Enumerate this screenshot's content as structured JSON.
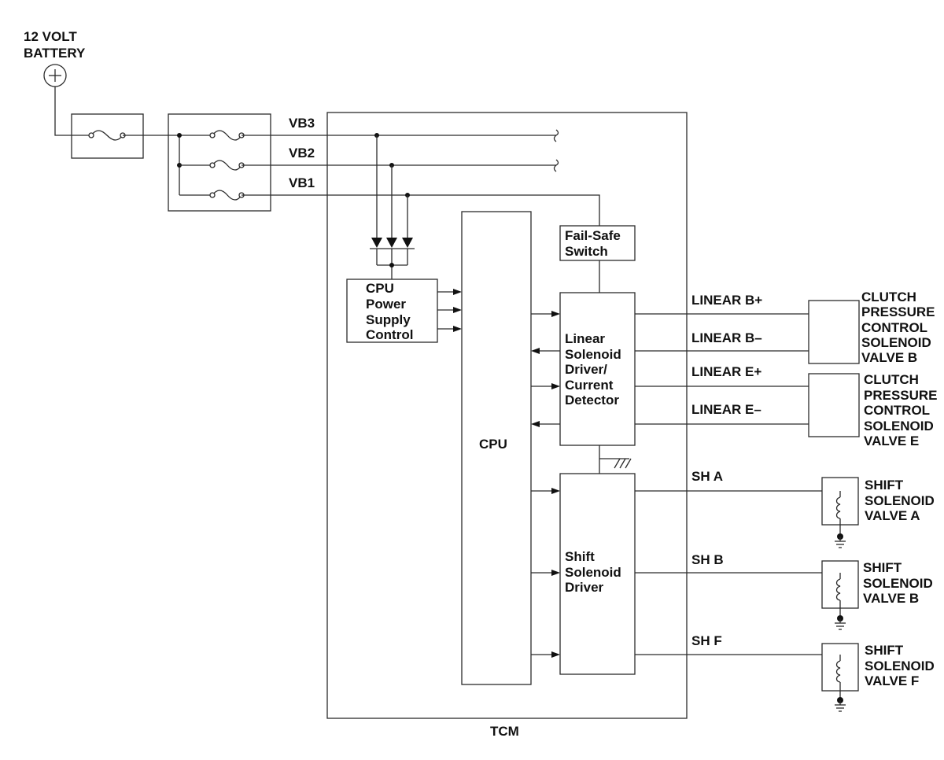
{
  "battery": {
    "line1": "12 VOLT",
    "line2": "BATTERY"
  },
  "supply_lines": {
    "vb3": "VB3",
    "vb2": "VB2",
    "vb1": "VB1"
  },
  "tcm_label": "TCM",
  "cpu_power": {
    "l1": "CPU",
    "l2": "Power",
    "l3": "Supply",
    "l4": "Control"
  },
  "cpu_label": "CPU",
  "fail_safe": {
    "l1": "Fail-Safe",
    "l2": "Switch"
  },
  "linear_driver": {
    "l1": "Linear",
    "l2": "Solenoid",
    "l3": "Driver/",
    "l4": "Current",
    "l5": "Detector"
  },
  "shift_driver": {
    "l1": "Shift",
    "l2": "Solenoid",
    "l3": "Driver"
  },
  "signals": {
    "linear_b_plus": "LINEAR B+",
    "linear_b_minus": "LINEAR B–",
    "linear_e_plus": "LINEAR E+",
    "linear_e_minus": "LINEAR E–",
    "sh_a": "SH A",
    "sh_b": "SH B",
    "sh_f": "SH F"
  },
  "valve_b": {
    "l1": "CLUTCH",
    "l2": "PRESSURE",
    "l3": "CONTROL",
    "l4": "SOLENOID",
    "l5": "VALVE B"
  },
  "valve_e": {
    "l1": "CLUTCH",
    "l2": "PRESSURE",
    "l3": "CONTROL",
    "l4": "SOLENOID",
    "l5": "VALVE E"
  },
  "shift_a": {
    "l1": "SHIFT",
    "l2": "SOLENOID",
    "l3": "VALVE A"
  },
  "shift_b": {
    "l1": "SHIFT",
    "l2": "SOLENOID",
    "l3": "VALVE B"
  },
  "shift_f": {
    "l1": "SHIFT",
    "l2": "SOLENOID",
    "l3": "VALVE F"
  }
}
